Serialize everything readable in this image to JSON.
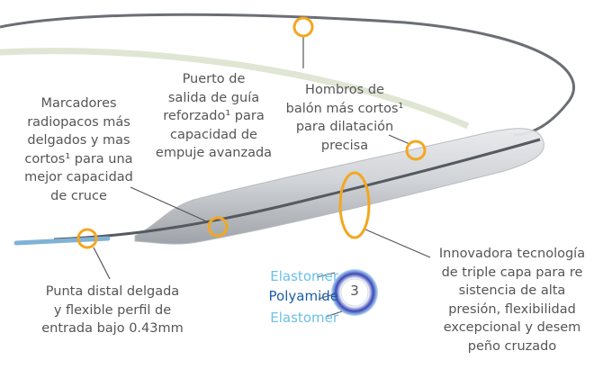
{
  "callouts": {
    "guide_port": "Puerto de\nsalida de guía\nreforzado¹ para\ncapacidad de\nempuje avanzada",
    "shoulders": "Hombros de\nbalón más cortos¹\npara dilatación\nprecisa",
    "markers": "Marcadores\nradiopacos más\ndelgados y mas\ncortos¹ para una\nmejor capacidad\nde cruce",
    "tip": "Punta distal delgada\ny flexible perfil de\nentrada bajo 0.43mm",
    "triple_layer": "Innovadora tecnología\nde triple capa para re\nsistencia de alta\npresión, flexibilidad\nexcepcional y desem\npeño cruzado"
  },
  "layers": {
    "outer": "Elastomer",
    "middle": "Polyamide",
    "inner": "Elastomer",
    "badge": "3"
  },
  "colors": {
    "highlight": "#f3a71f",
    "elastomer": "#6cc0ea",
    "polyamide": "#1a5ea8",
    "text": "#555555"
  }
}
